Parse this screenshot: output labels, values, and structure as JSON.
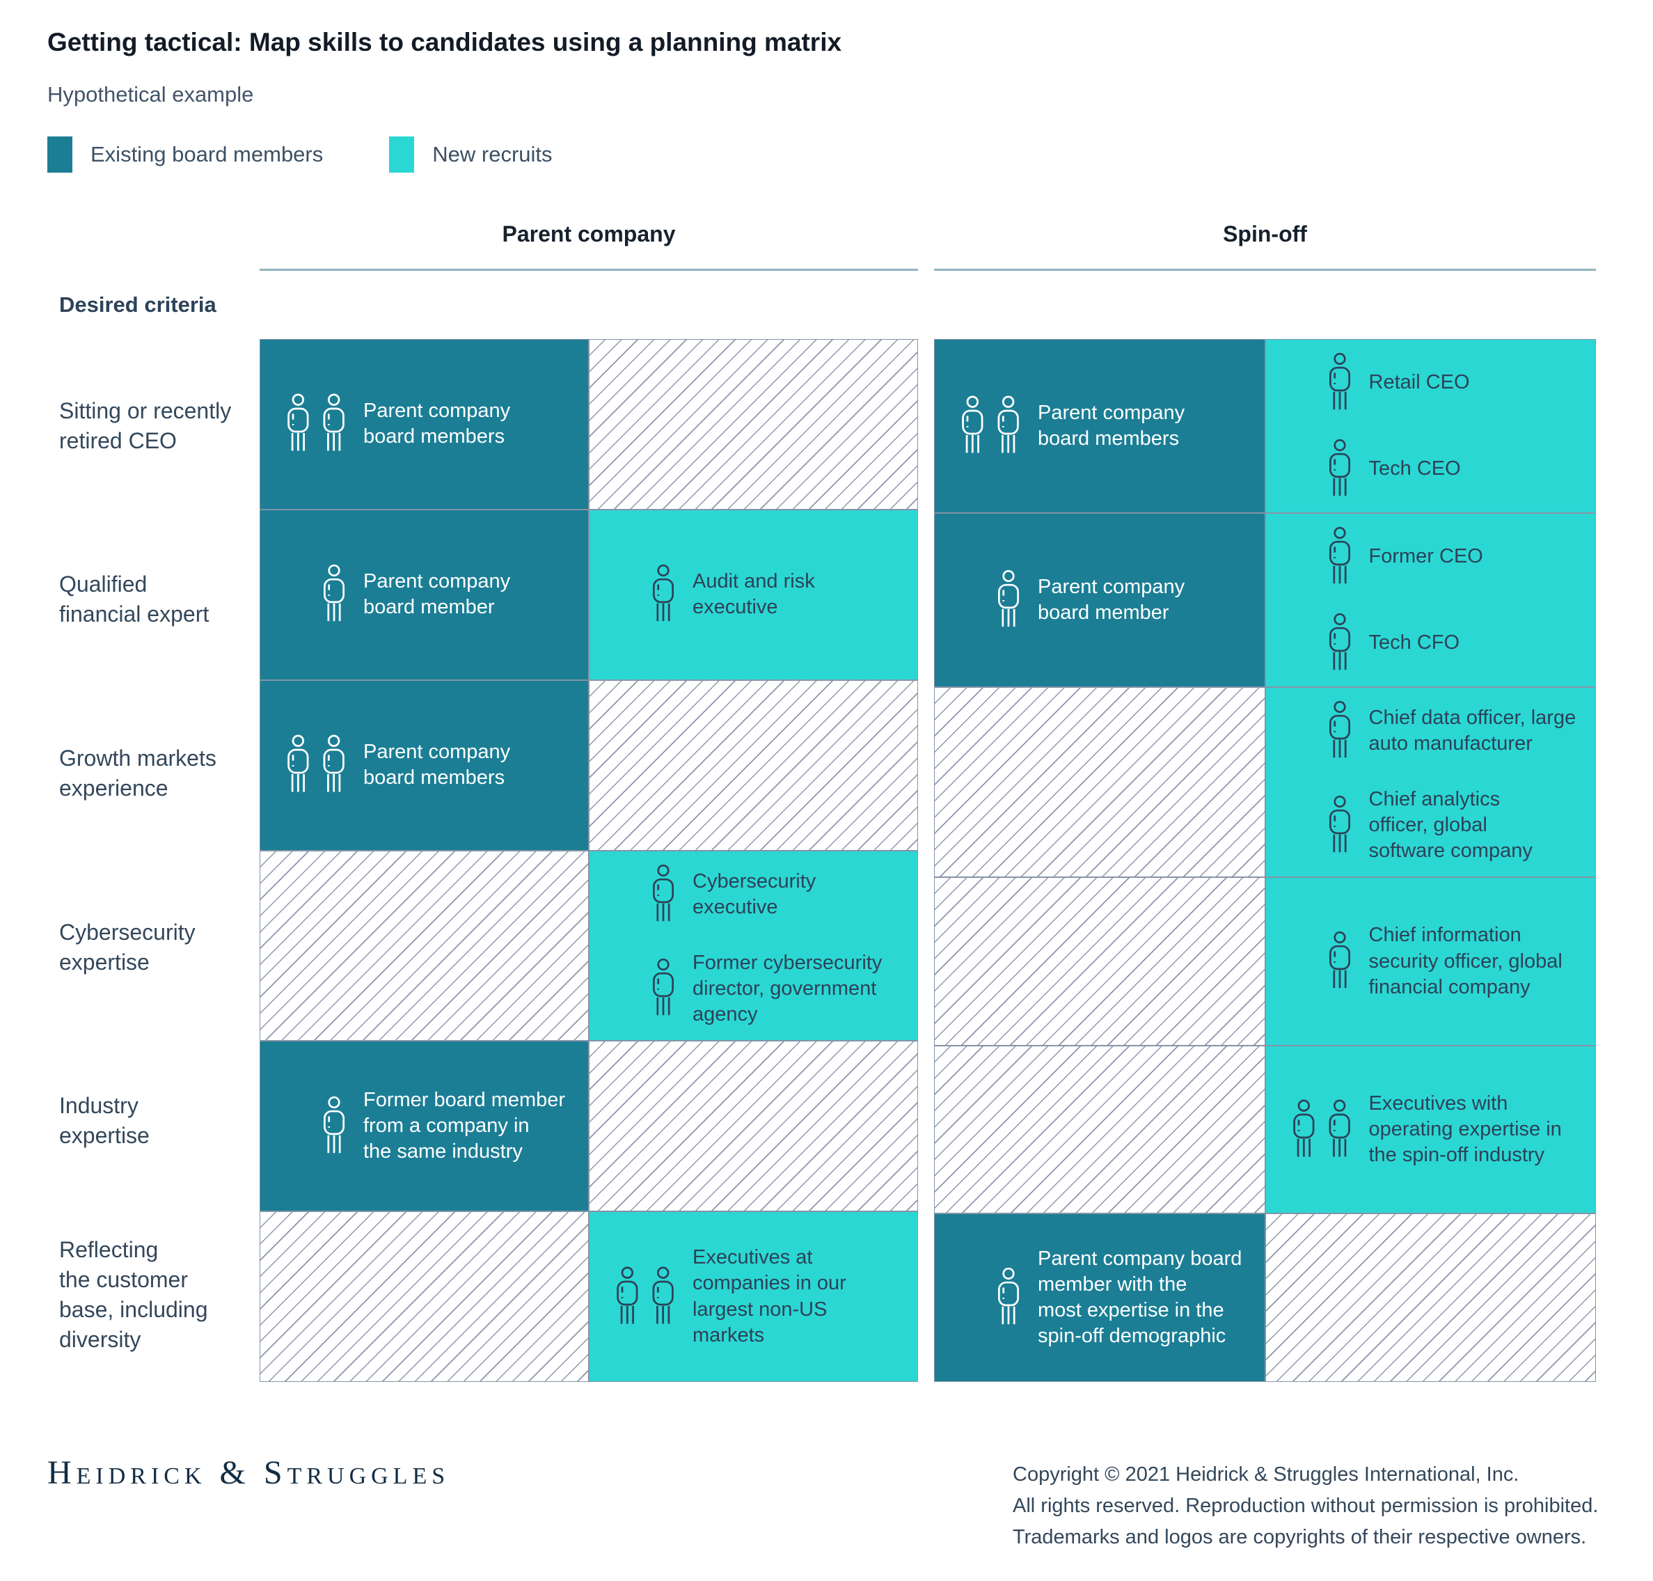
{
  "title": "Getting tactical: Map skills to candidates using a planning matrix",
  "subtitle": "Hypothetical example",
  "legend": {
    "items": [
      {
        "label": "Existing board members",
        "color": "#1B7E95"
      },
      {
        "label": "New recruits",
        "color": "#2BD7D3"
      }
    ]
  },
  "colors": {
    "existing_cell": "#1B7E95",
    "new_recruit_cell": "#2BD7D3",
    "header_underline": "#93B3C1",
    "dark_text": "#2C4257"
  },
  "matrix": {
    "criteria_header": "Desired criteria",
    "columns": [
      {
        "label": "Parent company"
      },
      {
        "label": "Spin-off"
      }
    ],
    "rows": [
      {
        "label": "Sitting or recently\nretired CEO",
        "cells": {
          "parent_existing": {
            "items": [
              {
                "icon": "two-person-icon",
                "text": "Parent company\nboard members"
              }
            ]
          },
          "parent_new": {
            "empty": true
          },
          "spinoff_existing": {
            "items": [
              {
                "icon": "two-person-icon",
                "text": "Parent company\nboard members"
              }
            ]
          },
          "spinoff_new": {
            "items": [
              {
                "icon": "one-person-icon",
                "text": "Retail CEO"
              },
              {
                "icon": "one-person-icon",
                "text": "Tech CEO"
              }
            ]
          }
        }
      },
      {
        "label": "Qualified\nfinancial expert",
        "cells": {
          "parent_existing": {
            "items": [
              {
                "icon": "one-person-icon",
                "text": "Parent company\nboard member"
              }
            ]
          },
          "parent_new": {
            "items": [
              {
                "icon": "one-person-icon",
                "text": "Audit and risk\nexecutive"
              }
            ]
          },
          "spinoff_existing": {
            "items": [
              {
                "icon": "one-person-icon",
                "text": "Parent company\nboard member"
              }
            ]
          },
          "spinoff_new": {
            "items": [
              {
                "icon": "one-person-icon",
                "text": "Former CEO"
              },
              {
                "icon": "one-person-icon",
                "text": "Tech CFO"
              }
            ]
          }
        }
      },
      {
        "label": "Growth markets\nexperience",
        "cells": {
          "parent_existing": {
            "items": [
              {
                "icon": "two-person-icon",
                "text": "Parent company\nboard members"
              }
            ]
          },
          "parent_new": {
            "empty": true
          },
          "spinoff_existing": {
            "empty": true
          },
          "spinoff_new": {
            "items": [
              {
                "icon": "one-person-icon",
                "text": "Chief data officer, large\nauto manufacturer"
              },
              {
                "icon": "one-person-icon",
                "text": "Chief analytics\nofficer, global\nsoftware company"
              }
            ]
          }
        }
      },
      {
        "label": "Cybersecurity\nexpertise",
        "cells": {
          "parent_existing": {
            "empty": true
          },
          "parent_new": {
            "items": [
              {
                "icon": "one-person-icon",
                "text": "Cybersecurity\nexecutive"
              },
              {
                "icon": "one-person-icon",
                "text": "Former cybersecurity\ndirector, government\nagency"
              }
            ]
          },
          "spinoff_existing": {
            "empty": true
          },
          "spinoff_new": {
            "items": [
              {
                "icon": "one-person-icon",
                "text": "Chief information\nsecurity officer, global\nfinancial company"
              }
            ]
          }
        }
      },
      {
        "label": "Industry\nexpertise",
        "cells": {
          "parent_existing": {
            "items": [
              {
                "icon": "one-person-icon",
                "text": "Former board member\nfrom a company in\nthe same industry"
              }
            ]
          },
          "parent_new": {
            "empty": true
          },
          "spinoff_existing": {
            "empty": true
          },
          "spinoff_new": {
            "items": [
              {
                "icon": "two-person-icon",
                "text": "Executives with\noperating expertise in\nthe spin-off industry"
              }
            ]
          }
        }
      },
      {
        "label": "Reflecting\nthe customer\nbase, including\ndiversity",
        "cells": {
          "parent_existing": {
            "empty": true
          },
          "parent_new": {
            "items": [
              {
                "icon": "two-person-icon",
                "text": "Executives at\ncompanies in our\nlargest non-US markets"
              }
            ]
          },
          "spinoff_existing": {
            "items": [
              {
                "icon": "one-person-icon",
                "text": "Parent company board\nmember with the\nmost expertise in the\nspin-off demographic"
              }
            ]
          },
          "spinoff_new": {
            "empty": true
          }
        }
      }
    ]
  },
  "footer": {
    "logo": "Heidrick & Struggles",
    "copyright_lines": [
      "Copyright © 2021 Heidrick & Struggles International, Inc.",
      "All rights reserved. Reproduction without permission is prohibited.",
      "Trademarks and logos are copyrights of their respective owners."
    ]
  }
}
